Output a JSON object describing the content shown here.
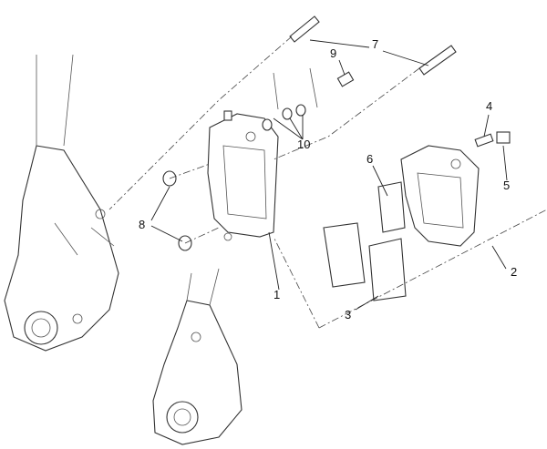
{
  "labels": {
    "p1": "1",
    "p2": "2",
    "p3": "3",
    "p4": "4",
    "p5": "5",
    "p6": "6",
    "p7": "7",
    "p8": "8",
    "p9": "9",
    "p10": "10"
  }
}
